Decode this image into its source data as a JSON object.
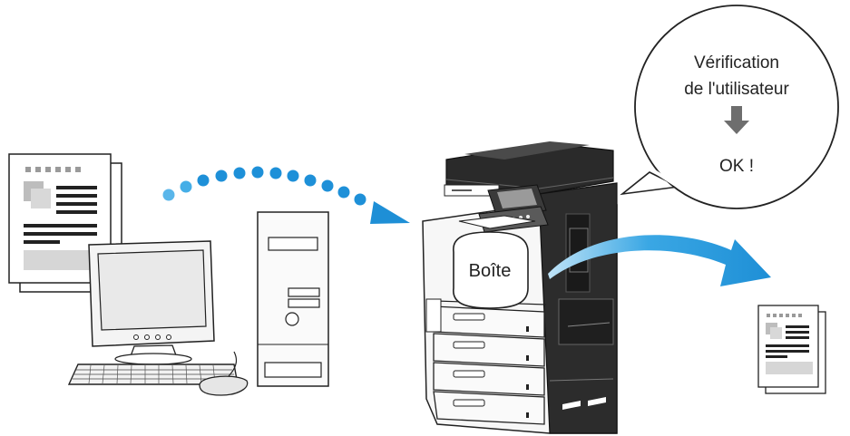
{
  "box": {
    "label": "Boîte"
  },
  "bubble": {
    "line1": "Vérification",
    "line2": "de l'utilisateur",
    "result": "OK !",
    "arrow_icon": "down-arrow-icon"
  },
  "colors": {
    "flow_blue": "#1e90d8",
    "document_gray": "#d6d6d6",
    "device_dark": "#2a2a2a"
  }
}
